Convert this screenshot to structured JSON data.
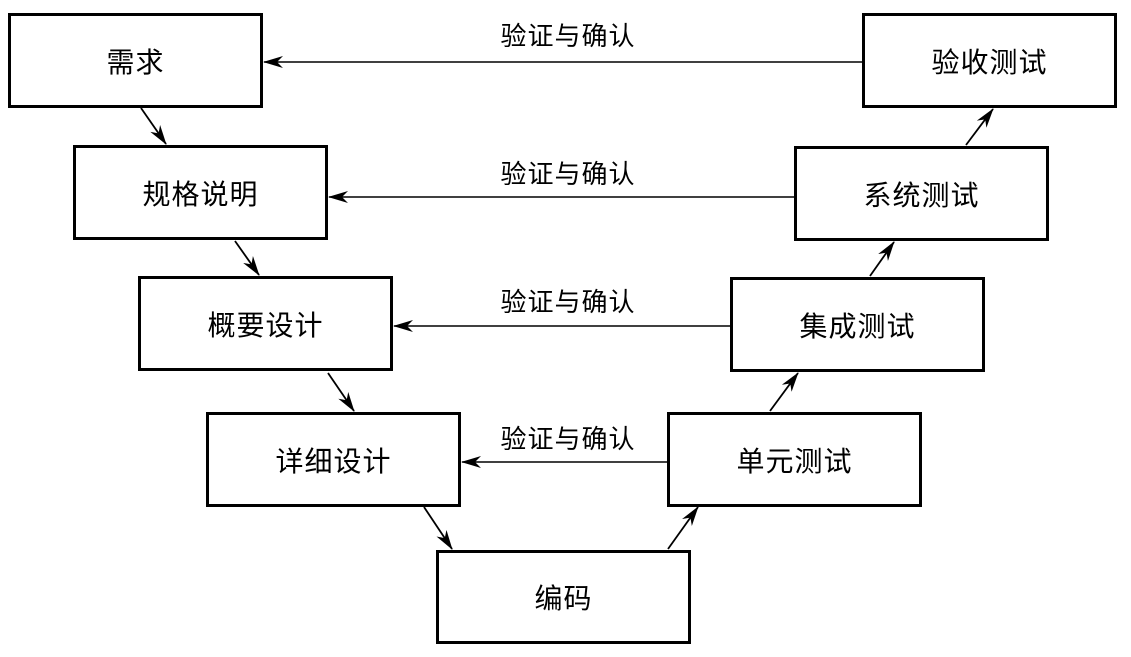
{
  "diagram": {
    "type": "V-model",
    "left_phases": [
      {
        "id": "requirements",
        "label": "需求"
      },
      {
        "id": "specification",
        "label": "规格说明"
      },
      {
        "id": "architecture-design",
        "label": "概要设计"
      },
      {
        "id": "detailed-design",
        "label": "详细设计"
      }
    ],
    "bottom_phase": {
      "id": "coding",
      "label": "编码"
    },
    "right_phases": [
      {
        "id": "unit-test",
        "label": "单元测试"
      },
      {
        "id": "integration-test",
        "label": "集成测试"
      },
      {
        "id": "system-test",
        "label": "系统测试"
      },
      {
        "id": "acceptance-test",
        "label": "验收测试"
      }
    ],
    "verification_links": [
      {
        "from": "acceptance-test",
        "to": "requirements",
        "label": "验证与确认"
      },
      {
        "from": "system-test",
        "to": "specification",
        "label": "验证与确认"
      },
      {
        "from": "integration-test",
        "to": "architecture-design",
        "label": "验证与确认"
      },
      {
        "from": "unit-test",
        "to": "detailed-design",
        "label": "验证与确认"
      }
    ],
    "flow_sequence": [
      "requirements",
      "specification",
      "architecture-design",
      "detailed-design",
      "coding",
      "unit-test",
      "integration-test",
      "system-test",
      "acceptance-test"
    ]
  }
}
